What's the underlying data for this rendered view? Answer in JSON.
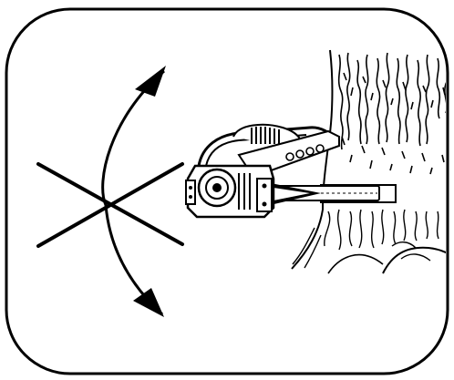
{
  "diagram": {
    "figure": "chainsaw-kickback-warning",
    "elements": [
      "no-swing-cross",
      "swing-arc-with-arrows",
      "chainsaw",
      "tree-trunk"
    ],
    "colors": {
      "background": "#ffffff",
      "ink": "#000000"
    }
  }
}
